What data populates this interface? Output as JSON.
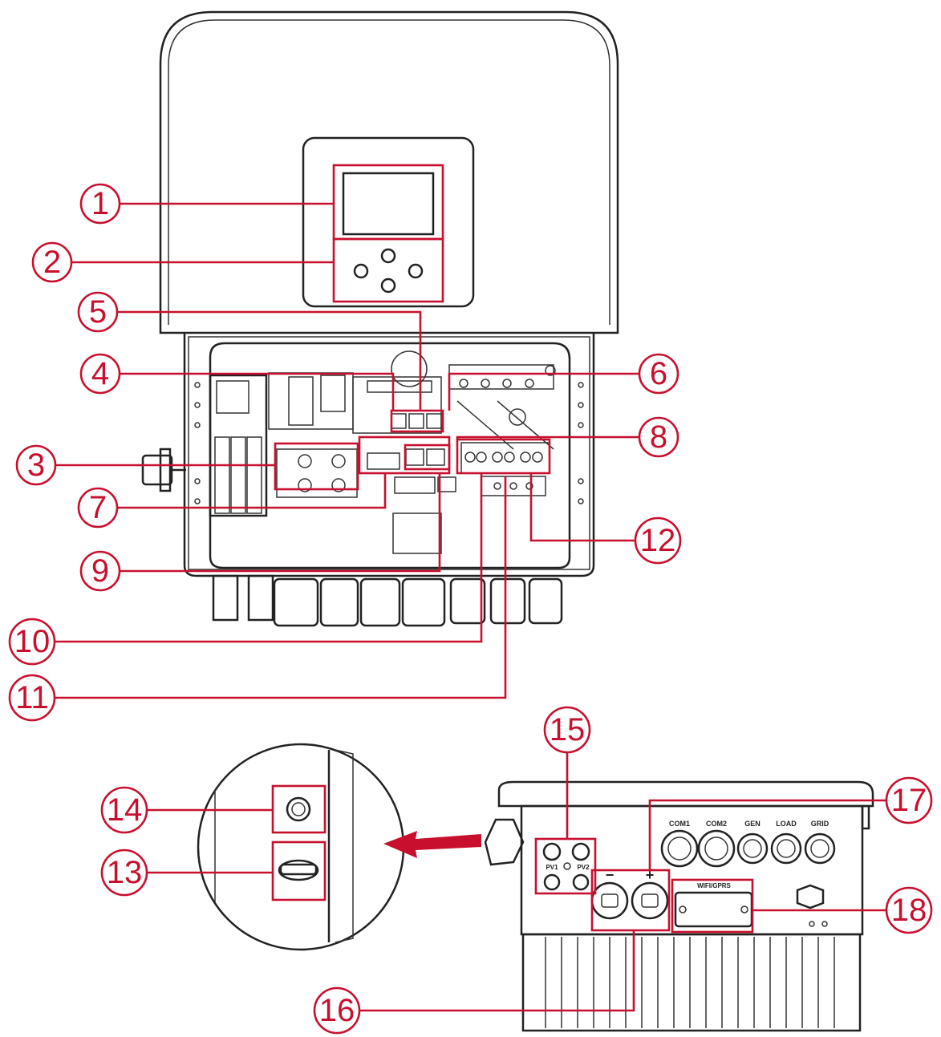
{
  "callouts": [
    {
      "id": "1",
      "label": "1"
    },
    {
      "id": "2",
      "label": "2"
    },
    {
      "id": "3",
      "label": "3"
    },
    {
      "id": "4",
      "label": "4"
    },
    {
      "id": "5",
      "label": "5"
    },
    {
      "id": "6",
      "label": "6"
    },
    {
      "id": "7",
      "label": "7"
    },
    {
      "id": "8",
      "label": "8"
    },
    {
      "id": "9",
      "label": "9"
    },
    {
      "id": "10",
      "label": "10"
    },
    {
      "id": "11",
      "label": "11"
    },
    {
      "id": "12",
      "label": "12"
    },
    {
      "id": "13",
      "label": "13"
    },
    {
      "id": "14",
      "label": "14"
    },
    {
      "id": "15",
      "label": "15"
    },
    {
      "id": "16",
      "label": "16"
    },
    {
      "id": "17",
      "label": "17"
    },
    {
      "id": "18",
      "label": "18"
    }
  ],
  "ports": {
    "com1": "COM1",
    "com2": "COM2",
    "gen": "GEN",
    "load": "LOAD",
    "grid": "GRID",
    "pv1": "PV1",
    "pv2": "PV2",
    "minus": "−",
    "plus": "+",
    "plate": "WIFI/GPRS"
  },
  "colors": {
    "callout": "#c8102e",
    "ink": "#222222"
  }
}
